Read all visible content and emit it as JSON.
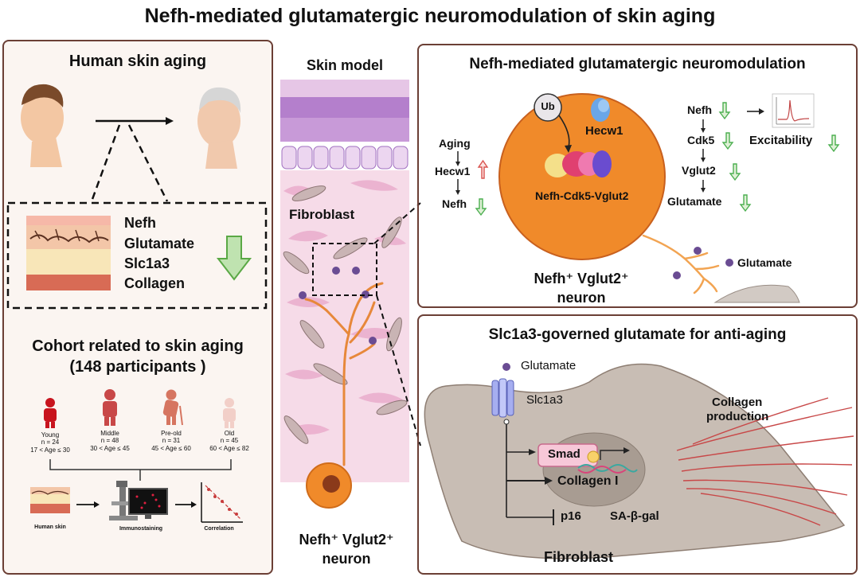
{
  "title": "Nefh-mediated glutamatergic neuromodulation of skin aging",
  "human_panel": {
    "title": "Human skin aging",
    "markers": [
      "Nefh",
      "Glutamate",
      "Slc1a3",
      "Collagen"
    ],
    "cohort_title_1": "Cohort related to skin aging",
    "cohort_title_2": "(148 participants )",
    "groups": [
      {
        "name": "Young",
        "n": "n = 24",
        "range": "17 < Age ≤ 30",
        "color": "#c8141e"
      },
      {
        "name": "Middle",
        "n": "n = 48",
        "range": "30 < Age ≤ 45",
        "color": "#c84848"
      },
      {
        "name": "Pre-old",
        "n": "n = 31",
        "range": "45 < Age ≤ 60",
        "color": "#d67560"
      },
      {
        "name": "Old",
        "n": "n = 45",
        "range": "60 < Age ≤ 82",
        "color": "#f2cfc8"
      }
    ],
    "workflow": [
      "Human skin",
      "Immunostaining",
      "Correlation"
    ]
  },
  "skin_model": {
    "title": "Skin model",
    "fibroblast_label": "Fibroblast",
    "neuron_label_1": "Nefh⁺ Vglut2⁺",
    "neuron_label_2": "neuron"
  },
  "neuromod_panel": {
    "title": "Nefh-mediated glutamatergic neuromodulation",
    "ub": "Ub",
    "hecw1": "Hecw1",
    "complex": "Nefh-Cdk5-Vglut2",
    "left_cascade": {
      "aging": "Aging",
      "hecw1": "Hecw1",
      "nefh": "Nefh"
    },
    "right_cascade": {
      "nefh": "Nefh",
      "cdk5": "Cdk5",
      "vglut2": "Vglut2",
      "glutamate": "Glutamate"
    },
    "excitability": "Excitability",
    "glutamate_label": "Glutamate",
    "neuron_label_1": "Nefh⁺ Vglut2⁺",
    "neuron_label_2": "neuron"
  },
  "slc_panel": {
    "title": "Slc1a3-governed glutamate for anti-aging",
    "glutamate": "Glutamate",
    "slc1a3": "Slc1a3",
    "collagen_prod_1": "Collagen",
    "collagen_prod_2": "production",
    "smad": "Smad",
    "collagen1": "Collagen I",
    "p16": "p16",
    "sagal": "SA-β-gal",
    "fibroblast": "Fibroblast"
  },
  "colors": {
    "panel_border": "#6b3f35",
    "down_arrow": "#4caf50",
    "up_arrow": "#d9534f",
    "neuron": "#f08a2a",
    "glutamate_dot": "#6a4c93"
  }
}
